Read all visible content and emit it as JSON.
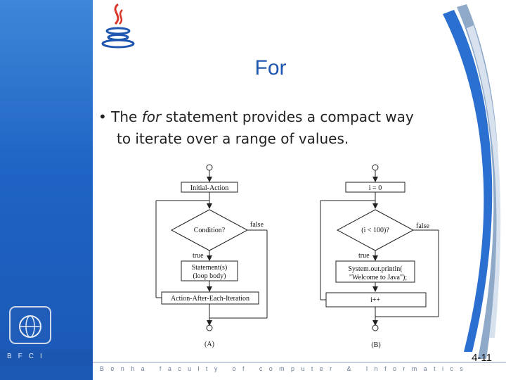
{
  "slide": {
    "title": "For",
    "bullet": {
      "marker": "•",
      "pre": "The ",
      "emph": "for",
      "post": " statement provides a compact way",
      "line2": "to iterate over a range of values."
    },
    "page_number": "4-11"
  },
  "flowchart_a": {
    "initial": "Initial-Action",
    "condition": "Condition?",
    "true_label": "true",
    "false_label": "false",
    "statement_line1": "Statement(s)",
    "statement_line2": "(loop body)",
    "action": "Action-After-Each-Iteration",
    "caption": "(A)"
  },
  "flowchart_b": {
    "initial": "i = 0",
    "condition": "(i < 100)?",
    "true_label": "true",
    "false_label": "false",
    "statement_line1": "System.out.println(",
    "statement_line2": "\"Welcome to Java\");",
    "action": "i++",
    "caption": "(B)"
  },
  "branding": {
    "sidebar_text": "BFCI",
    "footer_text": "Benha faculty of computer & Informatics"
  },
  "colors": {
    "sidebar_blue": "#1f63c4",
    "title_blue": "#1f57b0"
  }
}
